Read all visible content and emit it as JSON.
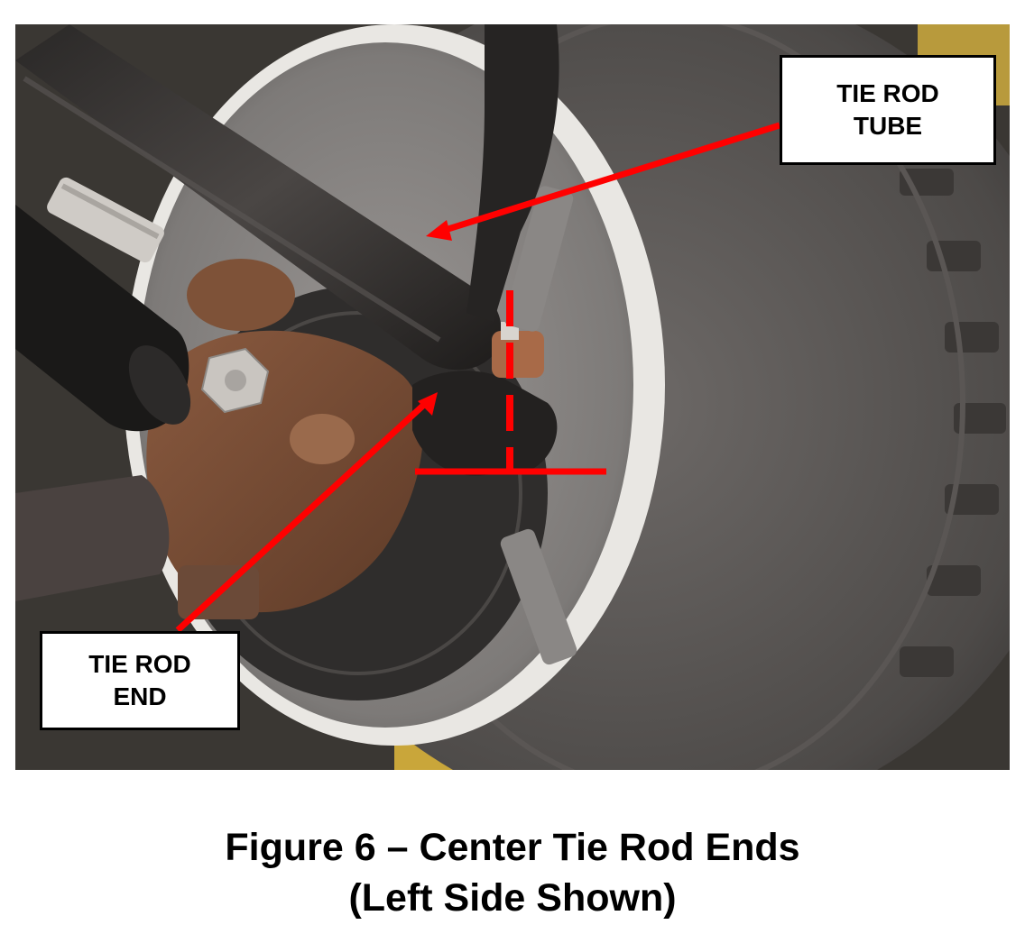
{
  "figure": {
    "callouts": [
      {
        "id": "tube",
        "text": "TIE ROD\nTUBE"
      },
      {
        "id": "end",
        "text": "TIE ROD\nEND"
      }
    ],
    "annotation_color": "#ff0000"
  },
  "caption": {
    "line1": "Figure 6 – Center Tie Rod Ends",
    "line2": "(Left Side Shown)"
  }
}
